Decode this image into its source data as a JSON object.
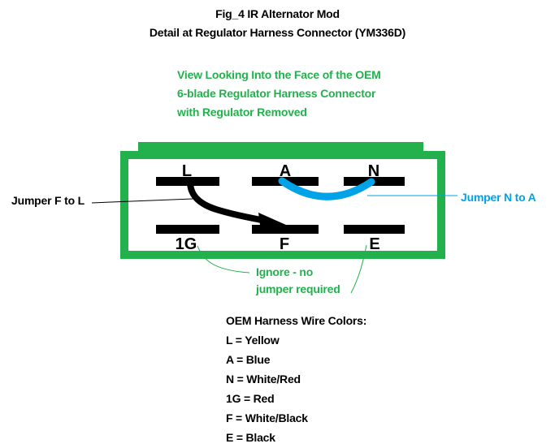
{
  "colors": {
    "green": "#22B14C",
    "blue": "#00A2E8",
    "black": "#000000",
    "background": "#ffffff"
  },
  "title": {
    "line1": "Fig_4 IR Alternator Mod",
    "line2": "Detail at Regulator Harness Connector (YM336D)"
  },
  "view_note": {
    "line1": "View Looking Into the Face of the OEM",
    "line2": "6-blade Regulator Harness Connector",
    "line3": "with Regulator Removed"
  },
  "connector": {
    "pins_top": [
      "L",
      "A",
      "N"
    ],
    "pins_bottom": [
      "1G",
      "F",
      "E"
    ]
  },
  "annotations": {
    "jumper_f_to_l": "Jumper F to L",
    "jumper_n_to_a": "Jumper N to A",
    "ignore_line1": "Ignore - no",
    "ignore_line2": "jumper required"
  },
  "wire_colors": {
    "heading": "OEM Harness Wire Colors:",
    "items": [
      "L = Yellow",
      "A = Blue",
      "N = White/Red",
      "1G = Red",
      "F = White/Black",
      "E = Black"
    ]
  }
}
